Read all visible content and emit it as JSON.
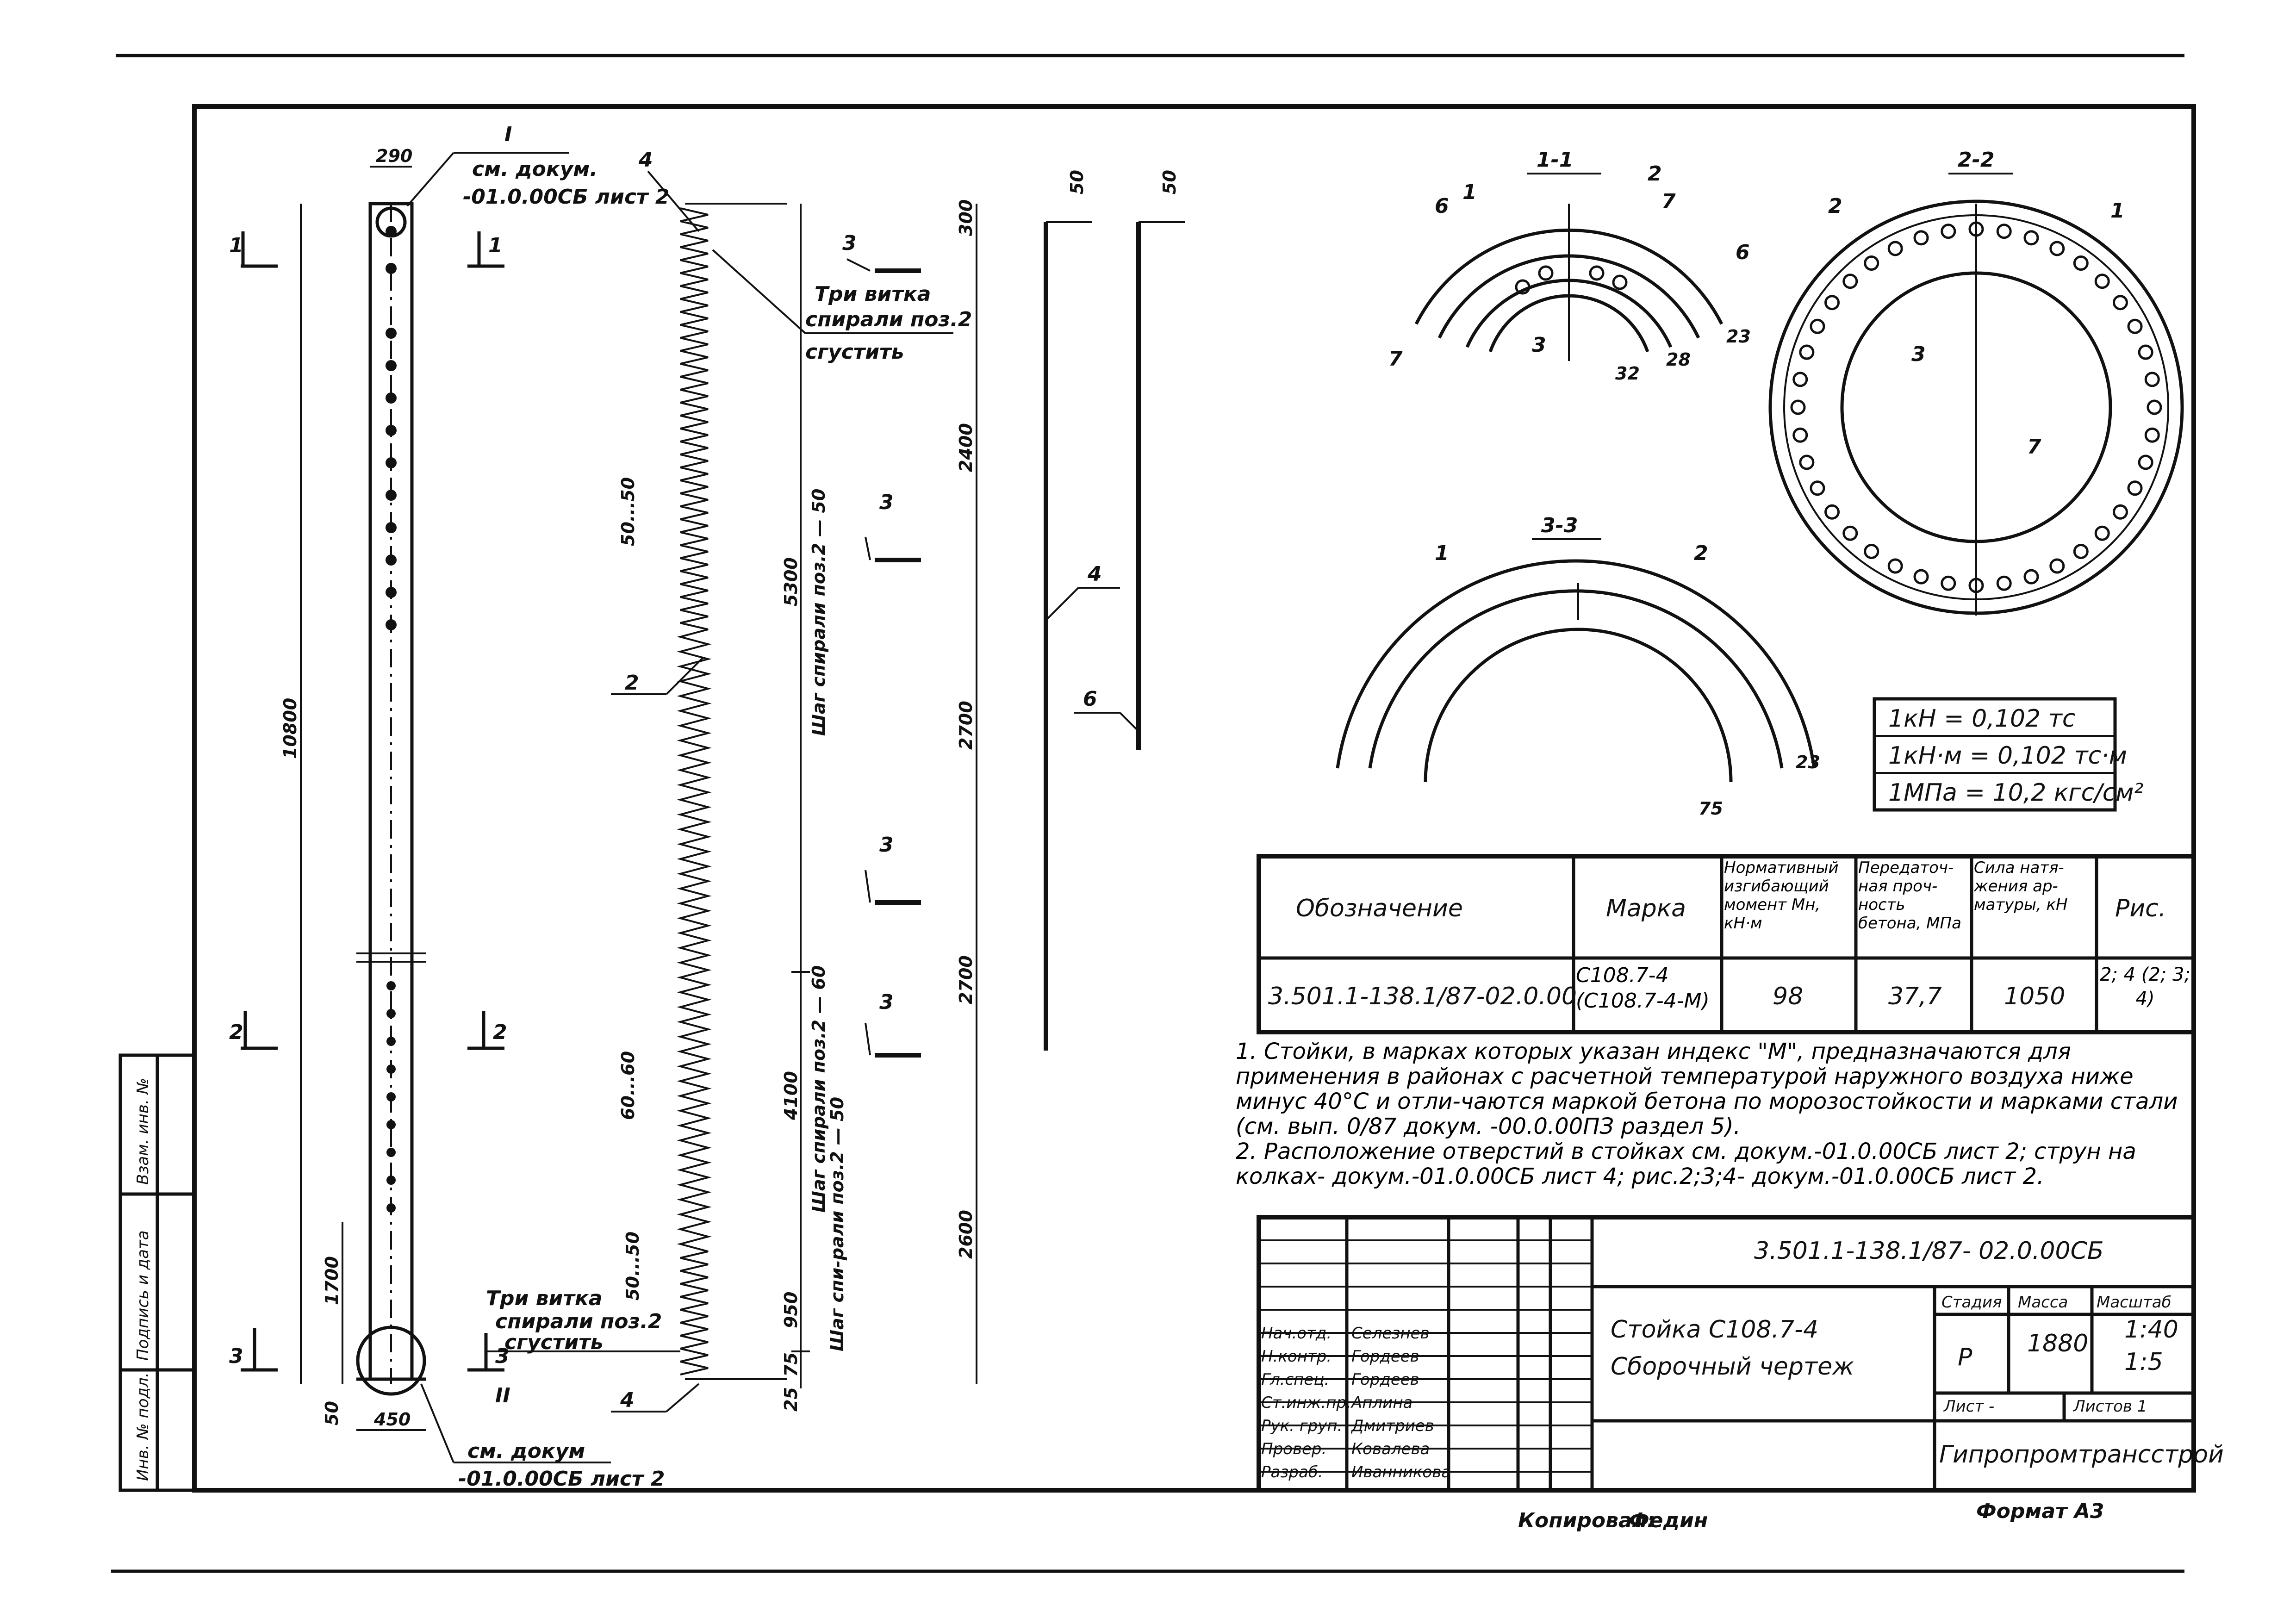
{
  "elevation": {
    "dims": {
      "top_width": "290",
      "bottom_width": "450",
      "total_length": "10800",
      "bottom_1700": "1700",
      "bottom_50": "50"
    },
    "callout_top": {
      "num": "I",
      "line1": "см. докум.",
      "line2": "-01.0.00СБ лист 2"
    },
    "callout_bottom": {
      "num": "II",
      "line1": "см. докум",
      "line2": "-01.0.00СБ лист 2"
    },
    "section_marks": {
      "s1": "1",
      "s2": "2",
      "s3": "3"
    }
  },
  "spiral": {
    "dims_right": [
      "300",
      "2400",
      "2700",
      "2700",
      "2600"
    ],
    "group_dims": [
      "5300",
      "4100",
      "950",
      "75",
      "25"
    ],
    "group_notes": [
      "Шаг спирали поз.2 — 50",
      "Шаг спирали поз.2 — 60",
      "Шаг спи-рали поз.2 — 50"
    ],
    "pitch_labels": [
      "50...50",
      "60...60",
      "50...50"
    ],
    "note_top": [
      "Три витка",
      "спирали поз.2",
      "сгустить"
    ],
    "note_bottom": [
      "Три витка",
      "спирали поз.2",
      "сгустить"
    ],
    "pos": {
      "p4": "4",
      "p2": "2",
      "p3": "3",
      "p6": "6"
    }
  },
  "rods": {
    "d50a": "50",
    "d50b": "50",
    "pos4": "4",
    "pos6": "6",
    "pos3a": "3",
    "pos3b": "3",
    "pos3c": "3",
    "pos3d": "3"
  },
  "section_1_1": {
    "title": "1-1",
    "labels": [
      "1",
      "2",
      "6",
      "7",
      "6",
      "7",
      "3"
    ],
    "dims": [
      "32",
      "28",
      "23"
    ]
  },
  "section_2_2": {
    "title": "2-2",
    "labels": [
      "2",
      "1",
      "3",
      "7"
    ]
  },
  "section_3_3": {
    "title": "3-3",
    "labels": [
      "1",
      "2"
    ],
    "dims": [
      "75",
      "23"
    ]
  },
  "units": [
    "1кН = 0,102 тс",
    "1кН·м = 0,102 тс·м",
    "1МПа = 10,2 кгс/см²"
  ],
  "spec_table": {
    "headers": [
      "Обозначение",
      "Марка",
      "Нормативный изгибающий момент Mн, кН·м",
      "Передаточ-ная проч-ность бетона, МПа",
      "Сила натя-жения ар-матуры, кН",
      "Рис."
    ],
    "row": [
      "3.501.1-138.1/87-02.0.00",
      "С108.7-4 (С108.7-4-М)",
      "98",
      "37,7",
      "1050",
      "2; 4 (2; 3; 4)"
    ]
  },
  "notes": [
    "1. Стойки, в марках которых указан индекс \"М\", предназначаются для применения в районах с расчетной температурой наружного воздуха ниже минус 40°С и отли-чаются маркой бетона по морозостойкости и марками стали (см. вып. 0/87 докум. -00.0.00ПЗ раздел 5).",
    "2. Расположение отверстий в стойках см. докум.-01.0.00СБ лист 2; струн на колках- докум.-01.0.00СБ лист 4; рис.2;3;4- докум.-01.0.00СБ лист 2."
  ],
  "title_block": {
    "doc_code": "3.501.1-138.1/87- 02.0.00СБ",
    "name_line1": "Стойка  С108.7-4",
    "name_line2": "Сборочный  чертеж",
    "stage_hdr": "Стадия",
    "mass_hdr": "Масса",
    "scale_hdr": "Масштаб",
    "stage": "Р",
    "mass": "1880",
    "scale1": "1:40",
    "scale2": "1:5",
    "sheet": "Лист -",
    "sheets": "Листов 1",
    "org": "Гипропромтрансстрой",
    "roles": [
      "Нач.отд.",
      "Н.контр.",
      "Гл.спец.",
      "Ст.инж.пр.",
      "Рук. груп.",
      "Провер.",
      "Разраб."
    ],
    "names": [
      "Селезнев",
      "Гордеев",
      "Гордеев",
      "Аплина",
      "Дмитриев",
      "Ковалева",
      "Иванникова"
    ]
  },
  "side_stamp": [
    "Инв. № подл.",
    "Подпись и дата",
    "Взам. инв. №"
  ],
  "footer": {
    "copied": "Копировал:",
    "copier": "Федин",
    "format": "Формат А3"
  }
}
